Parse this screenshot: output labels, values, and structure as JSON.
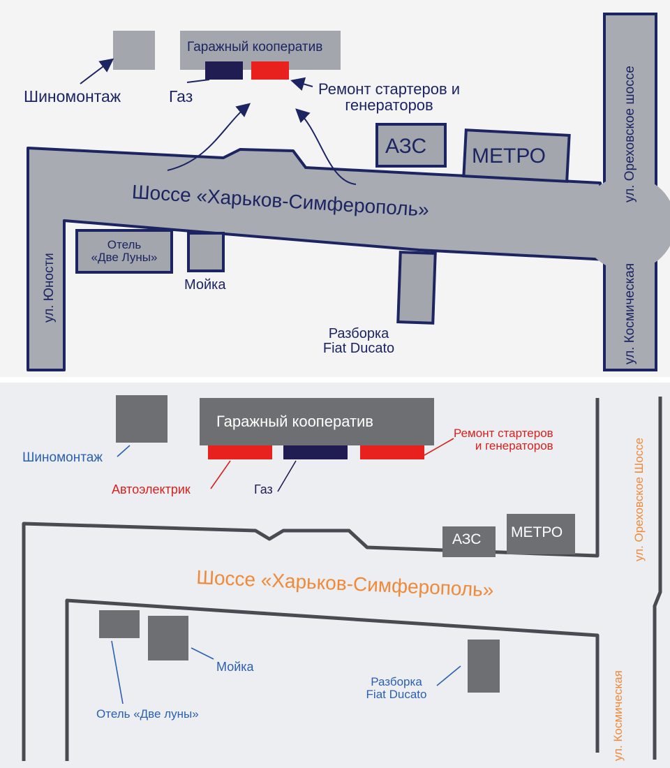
{
  "colors": {
    "road_fill": "#a9abb2",
    "road_outline": "#1c2461",
    "building_top": "#a3a6ad",
    "building_bottom": "#6e6f72",
    "red_block": "#e8201e",
    "navy_block": "#1f1d52",
    "text_top": "#1c2461",
    "text_blue": "#2b5fb0",
    "text_red": "#d8201e",
    "text_orange": "#ef8a3a",
    "text_navy": "#1f1d52"
  },
  "icons": [
    "arrow-icon",
    "curved-arrow-icon"
  ],
  "top_card": {
    "garage": "Гаражный кооператив",
    "tire": "Шиномонтаж",
    "gas": "Газ",
    "starter": "Ремонт стартеров и\nгенераторов",
    "azs": "АЗС",
    "metro": "МЕТРО",
    "highway": "Шоссе «Харьков-Симферополь»",
    "hotel": "Отель\n«Две Луны»",
    "wash": "Мойка",
    "parts": "Разборка\nFiat Ducato",
    "street_left": "ул. Юности",
    "street_right_top": "ул. Ореховское шоссе",
    "street_right_bottom": "ул. Космическая"
  },
  "bottom_card": {
    "garage": "Гаражный кооператив",
    "tire": "Шиномонтаж",
    "starter": "Ремонт стартеров\nи генераторов",
    "autoelectric": "Автоэлектрик",
    "gas": "Газ",
    "azs": "АЗС",
    "metro": "МЕТРО",
    "highway": "Шоссе «Харьков-Симферополь»",
    "wash": "Мойка",
    "hotel": "Отель «Две луны»",
    "parts": "Разборка\nFiat Ducato",
    "street_right_top": "ул. Ореховское Шоссе",
    "street_right_bottom": "ул. Космическая"
  }
}
